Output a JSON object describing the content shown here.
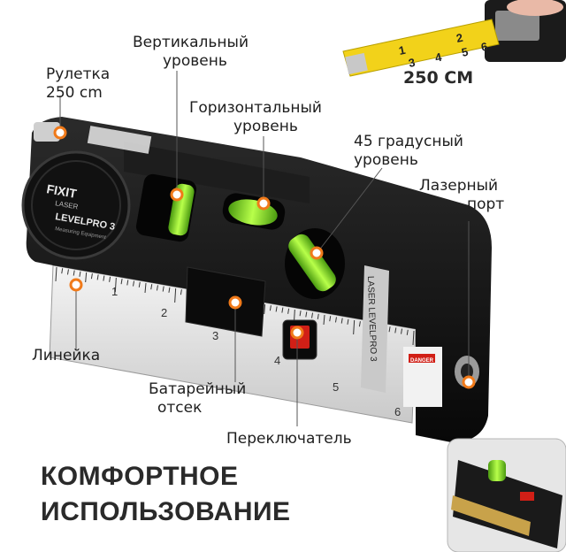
{
  "labels": {
    "tape": [
      "Рулетка",
      "250 cm"
    ],
    "vertical": [
      "Вертикальный",
      "уровень"
    ],
    "horizontal": [
      "Горизонтальный",
      "уровень"
    ],
    "deg45": [
      "45 градусный",
      "уровень"
    ],
    "laser": [
      "Лазерный",
      "порт"
    ],
    "ruler": "Линейка",
    "battery": [
      "Батарейный",
      "отсек"
    ],
    "switch": "Переключатель"
  },
  "tape_callout": "250 CM",
  "headline": [
    "КОМФОРТНОЕ",
    "ИСПОЛЬЗОВАНИЕ"
  ],
  "device": {
    "brand": "FIXIT",
    "brand_sub": "LASER",
    "model": "LEVELPRO 3",
    "model_sub": "Measuring Equipment",
    "side_text": "LASER LEVELPRO 3",
    "warning": "DANGER"
  },
  "ruler_ticks": [
    "1",
    "2",
    "3",
    "4",
    "5",
    "6"
  ],
  "tape_ticks": [
    "1",
    "2",
    "3",
    "4",
    "5",
    "6"
  ],
  "colors": {
    "marker": "#f07a1a",
    "body": "#151515",
    "bubble": "#9be02c",
    "tape": "#f2d21a"
  }
}
